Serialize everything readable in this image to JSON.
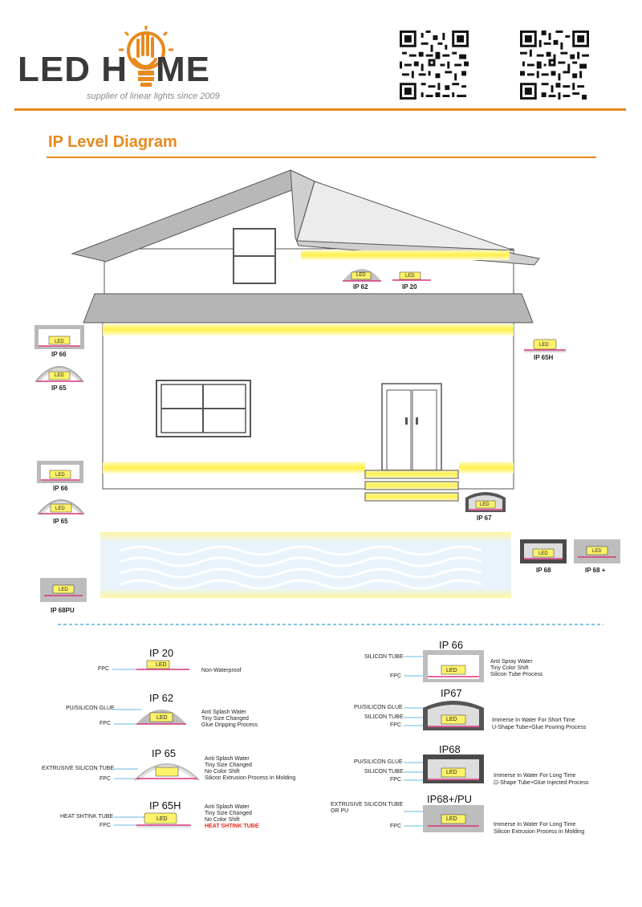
{
  "header": {
    "logo_left": "LED H",
    "logo_right": "ME",
    "tagline": "supplier of linear lights since 2009",
    "colors": {
      "accent": "#e8891d",
      "led_yellow": "#fff26a",
      "fpc_pink": "#d8357a",
      "tube_gray": "#bdbdbd"
    }
  },
  "page_title": "IP Level Diagram",
  "led_text": "LED",
  "house_labels": {
    "ip62": "IP 62",
    "ip20": "IP 20",
    "ip66_a": "IP 66",
    "ip65_a": "IP 65",
    "ip65h": "IP 65H",
    "ip66_b": "IP 66",
    "ip65_b": "IP 65",
    "ip67": "IP 67",
    "ip68": "IP 68",
    "ip68plus": "IP 68 +",
    "ip68pu": "IP 68PU"
  },
  "legend_left": [
    {
      "title": "IP 20",
      "labels": [
        "FPC"
      ],
      "desc": [
        "Non-Waterproof"
      ]
    },
    {
      "title": "IP 62",
      "labels": [
        "PU/SILICON GLUE",
        "FPC"
      ],
      "desc": [
        "Anti Splash Water",
        "Tiny Size Changed",
        "Glue Dripping Process"
      ]
    },
    {
      "title": "IP 65",
      "labels": [
        "EXTRUSIVE SILICON TUBE",
        "FPC"
      ],
      "desc": [
        "Anti Splash Water",
        "Tiny Size Changed",
        "No Color Shift",
        "Silicon Extrusion Process In Molding"
      ]
    },
    {
      "title": "IP 65H",
      "labels": [
        "HEAT SHTINK TUBE",
        "FPC"
      ],
      "desc": [
        "Anti Splash Water",
        "Tiny Size Changed",
        "No Color Shift"
      ],
      "desc_red": "HEAT SHTINK TUBE"
    }
  ],
  "legend_right": [
    {
      "title": "IP 66",
      "labels": [
        "SILICON TUBE",
        "FPC"
      ],
      "desc": [
        "Anti Spray Water",
        "Tiny Color Shift",
        "Silicon Tube Process"
      ]
    },
    {
      "title": "IP67",
      "labels": [
        "PU/SILICON GLUE",
        "SILICON TUBE",
        "FPC"
      ],
      "desc": [
        "Immerse In Water For Short Time",
        "U-Shape Tube+Glue Pouring Process"
      ]
    },
    {
      "title": "IP68",
      "labels": [
        "PU/SILICON GLUE",
        "SILICON TUBE",
        "FPC"
      ],
      "desc": [
        "Immerse In Water For Long Time",
        "⊡-Shape Tube+Glue Injected Process"
      ]
    },
    {
      "title": "IP68+/PU",
      "labels": [
        "EXTRUSIVE SILICON TUBE",
        "OR PU",
        "FPC"
      ],
      "desc": [
        "Immerse In Water For Long Time",
        "Silicon Extrusion Process In Molding"
      ]
    }
  ]
}
